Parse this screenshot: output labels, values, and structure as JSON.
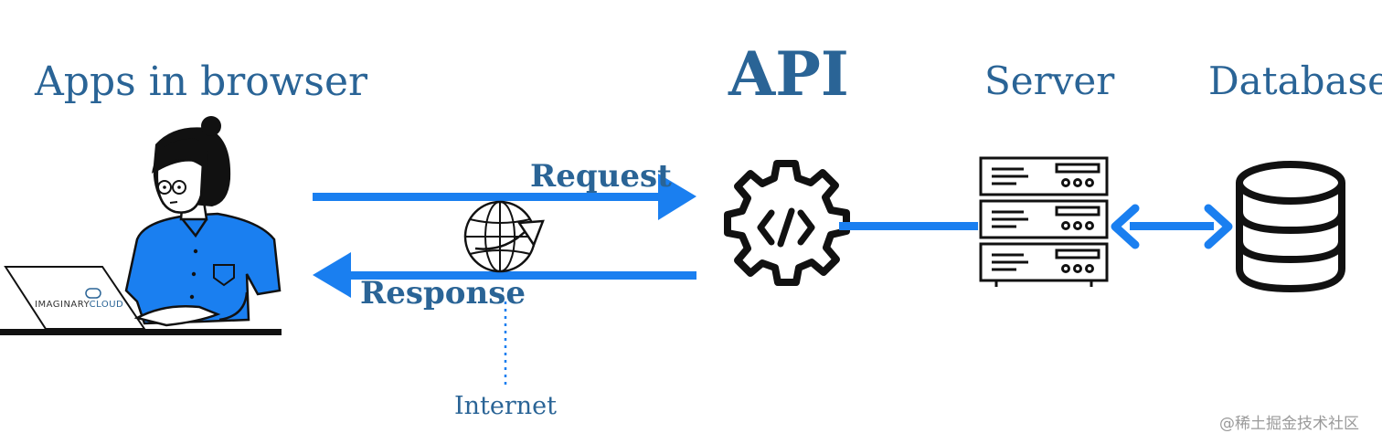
{
  "labels": {
    "apps_in_browser": "Apps in browser",
    "api": "API",
    "server": "Server",
    "database": "Database",
    "request": "Request",
    "response": "Response",
    "internet": "Internet"
  },
  "laptop_brand": {
    "part1": "IMAGINARY",
    "part2": "CLOUD"
  },
  "watermark": "@稀土掘金技术社区",
  "colors": {
    "label_text": "#2a6496",
    "arrow_blue": "#1a7ff0",
    "shirt_blue": "#1a7ff0",
    "icon_black": "#111111"
  },
  "icons": [
    "person-laptop-illustration",
    "globe-icon",
    "gear-code-icon",
    "server-rack-icon",
    "database-icon"
  ]
}
